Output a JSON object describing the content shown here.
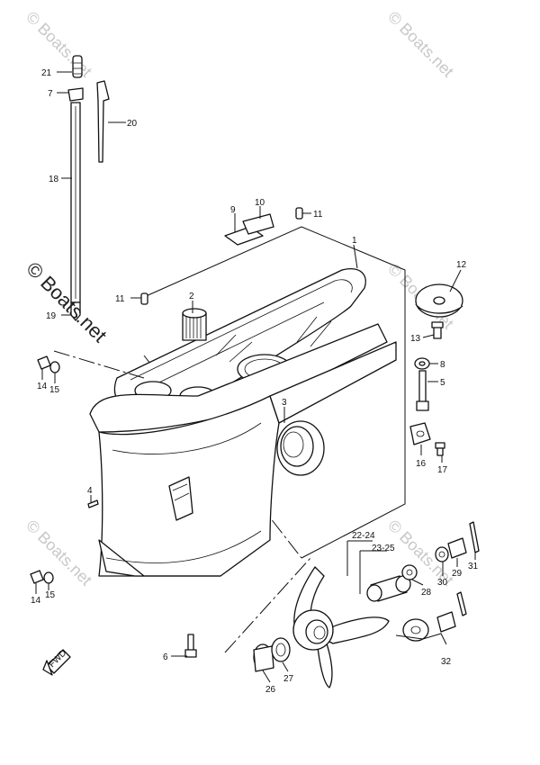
{
  "watermarks": {
    "small": "© Boats.net",
    "large": "© Boats.net"
  },
  "callouts": {
    "c1": "1",
    "c2": "2",
    "c3": "3",
    "c4": "4",
    "c5": "5",
    "c6": "6",
    "c7": "7",
    "c8": "8",
    "c9": "9",
    "c10": "10",
    "c11a": "11",
    "c11b": "11",
    "c12": "12",
    "c13": "13",
    "c14a": "14",
    "c14b": "14",
    "c15a": "15",
    "c15b": "15",
    "c16": "16",
    "c17": "17",
    "c18": "18",
    "c19": "19",
    "c20": "20",
    "c21": "21",
    "c22_24": "22-24",
    "c23_25": "23-25",
    "c26": "26",
    "c27": "27",
    "c28": "28",
    "c29": "29",
    "c30": "30",
    "c31": "31",
    "c32": "32"
  },
  "fwd_label": "FWD"
}
